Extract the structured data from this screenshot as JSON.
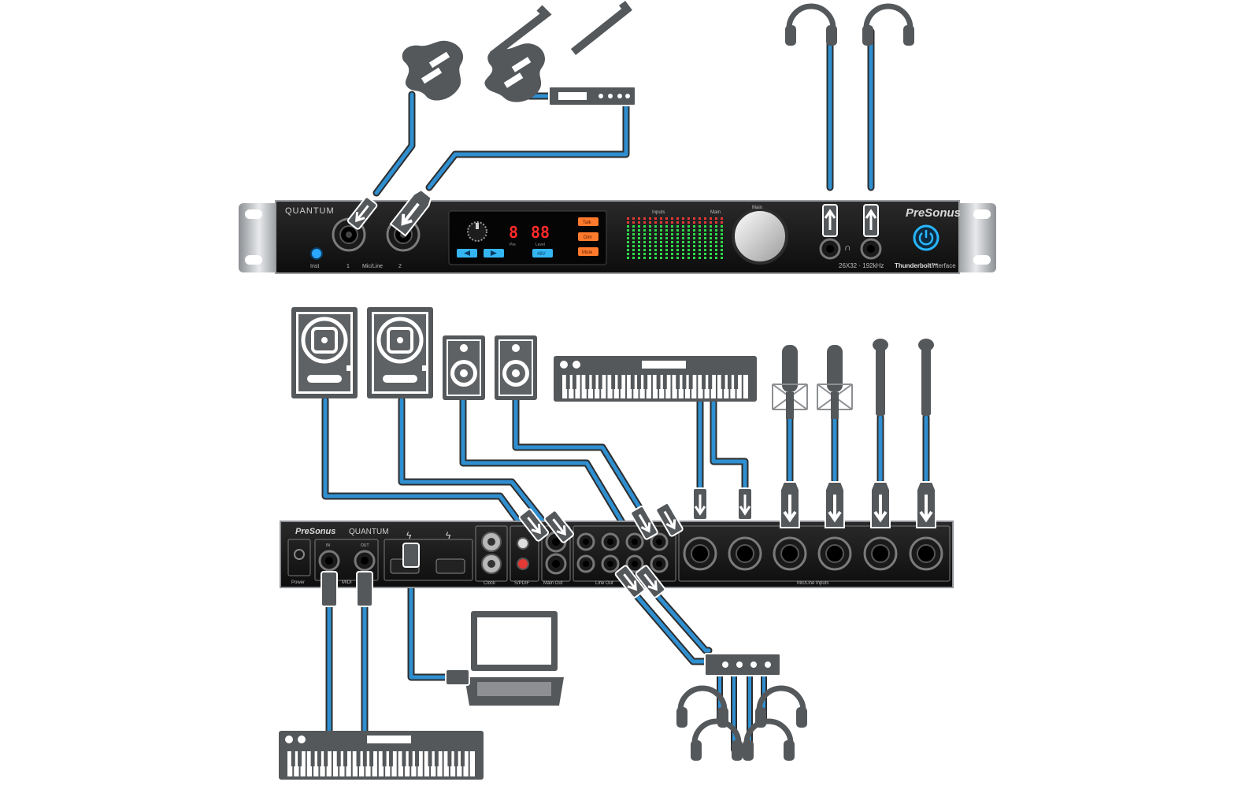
{
  "front_panel": {
    "brand_title": "QUANTUM",
    "logo_text": "PreSonus",
    "model_line_prefix": "26X32 · 192kHz",
    "model_line_bold": "Thunderbolt™",
    "model_line_suffix": "interface",
    "inst_label": "Inst",
    "ch1_label": "1",
    "micline_label": "Mic/Line",
    "ch2_label": "2",
    "display_channel": "8",
    "display_level": "88",
    "display_pre": "Pre",
    "display_level_label": "Level",
    "btn_talk": "Talk",
    "btn_dim": "Dim",
    "btn_mute": "Mute",
    "btn_48v": "48V",
    "inputs_label": "Inputs",
    "main_label": "Main",
    "main_knob_label": "Main"
  },
  "rear_panel": {
    "logo_text": "PreSonus",
    "brand_title": "QUANTUM",
    "power_label": "Power",
    "midi_label": "MIDI",
    "midi_in": "IN",
    "midi_out": "OUT",
    "clock_label": "Clock",
    "spdif_label": "S/PDIF",
    "main_out_label": "Main Out",
    "line_out_label": "Line Out",
    "mic_line_inputs_label": "Mic/Line Inputs"
  },
  "colors": {
    "cable": "#2f8fd0",
    "cable_outline": "#2d2d2d",
    "device_gray": "#606264",
    "panel": "#151515",
    "meter_green": "#2fd94a",
    "meter_red": "#e53935",
    "led_red": "#ff2a2a",
    "button_blue": "#34b6f2",
    "button_orange": "#ff7a2c"
  },
  "icons": [
    "electric-guitar-icon",
    "headphones-icon",
    "rack-processor-icon",
    "studio-monitor-icon",
    "bookshelf-speaker-icon",
    "midi-keyboard-icon",
    "condenser-mic-icon",
    "dynamic-mic-icon",
    "laptop-icon",
    "headphone-amp-icon",
    "power-icon",
    "thunderbolt-icon"
  ]
}
